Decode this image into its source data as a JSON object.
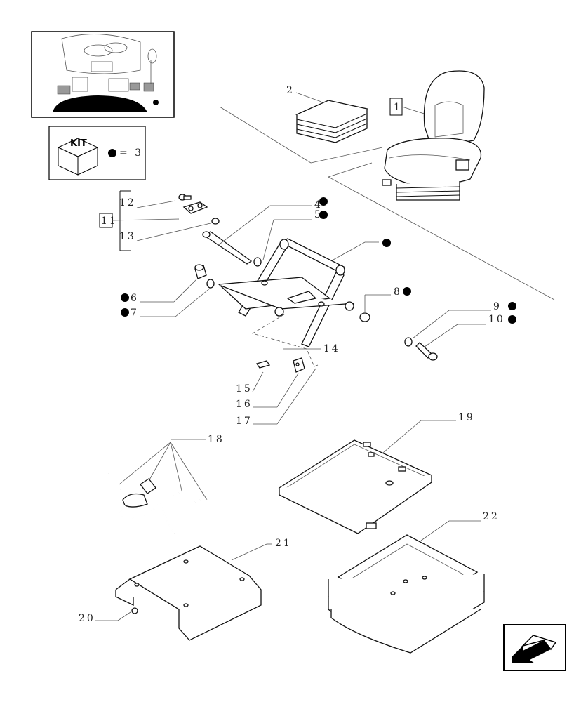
{
  "kit": {
    "badge": "KIT",
    "equals": "= 3"
  },
  "callouts": {
    "c1": "1",
    "c2": "2",
    "c4": "4",
    "c5": "5",
    "c6": "6",
    "c7": "7",
    "c8": "8",
    "c9": "9",
    "c10": "10",
    "c11": "11",
    "c12": "12",
    "c13": "13",
    "c14": "14",
    "c15": "15",
    "c16": "16",
    "c17": "17",
    "c18": "18",
    "c19": "19",
    "c20": "20",
    "c21": "21",
    "c22": "22"
  },
  "icons": {
    "nav": "arrow-back-icon",
    "kitMarker": "filled-dot-icon"
  },
  "colors": {
    "ink": "#111111",
    "fill": "#000000",
    "paper": "#ffffff"
  }
}
